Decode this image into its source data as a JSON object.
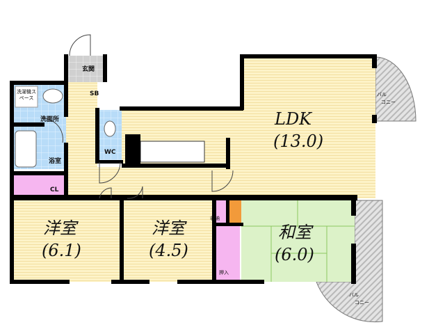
{
  "title": "Floor plan",
  "rooms": {
    "ldk": {
      "name": "LDK",
      "size": "(13.0)"
    },
    "western1": {
      "name": "洋室",
      "size": "(6.1)"
    },
    "western2": {
      "name": "洋室",
      "size": "(4.5)"
    },
    "japanese": {
      "name": "和室",
      "size": "(6.0)"
    },
    "entrance": "玄関",
    "shoe_box": "SB",
    "washer_space": "洗濯機スペース",
    "washroom": "洗面所",
    "bathroom": "浴室",
    "toilet": "WC",
    "closet": "CL",
    "storage": "収納",
    "oshiire": "押入",
    "balcony_top": [
      "バル",
      "コニー"
    ],
    "balcony_bottom": [
      "バル",
      "コニー"
    ]
  },
  "colors": {
    "floor": "#fdf3c8",
    "tile": "#b8dcf8",
    "tatami": "#dcf2c8",
    "closet": "#f6b6f0",
    "stair": "#f29a3a",
    "wall": "#000000",
    "balcony": "#cfcfcf"
  }
}
